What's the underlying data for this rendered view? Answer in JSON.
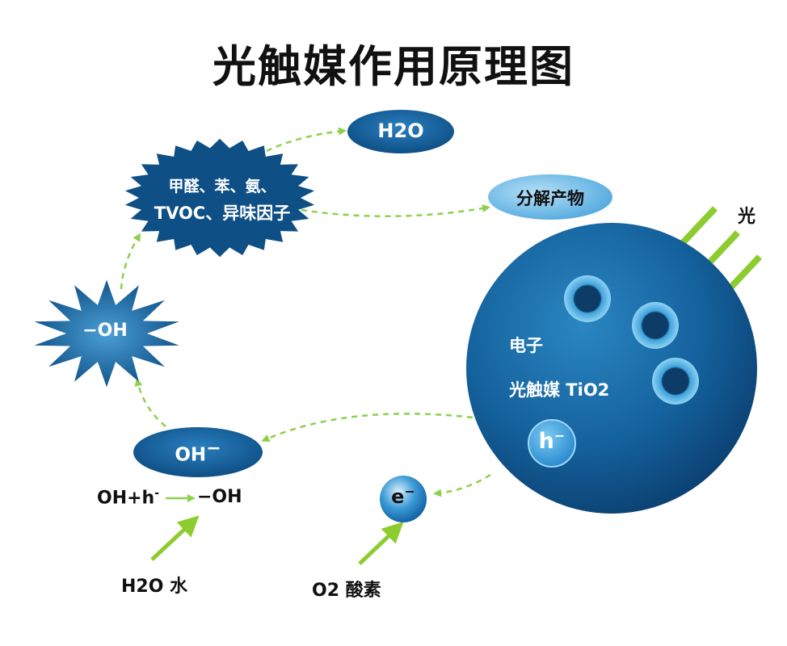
{
  "title": "光触媒作用原理图",
  "nodes": {
    "pollutants_line1": "甲醛、苯、氨、",
    "pollutants_line2": "TVOC、异味因子",
    "h2o_product": "H2O",
    "decomposition": "分解产物",
    "hydroxyl_radical": "−OH",
    "hydroxide": "OH",
    "hydroxide_sup": "−",
    "reaction_left": "OH+h",
    "reaction_sup": "-",
    "reaction_right": "−OH",
    "water": "H2O 水",
    "electron": "e",
    "electron_sup": "−",
    "oxygen": "O2 酸素",
    "hole": "h",
    "hole_sup": "−"
  },
  "sphere": {
    "electron_label": "电子",
    "catalyst_label": "光触媒 TiO2"
  },
  "light_label": "光",
  "colors": {
    "dark_blue": "#0e4f86",
    "mid_blue": "#1a6eaa",
    "light_blue": "#5fb4e6",
    "green_arrow": "#8ccc2e",
    "dash_arrow": "#8dd14a"
  }
}
